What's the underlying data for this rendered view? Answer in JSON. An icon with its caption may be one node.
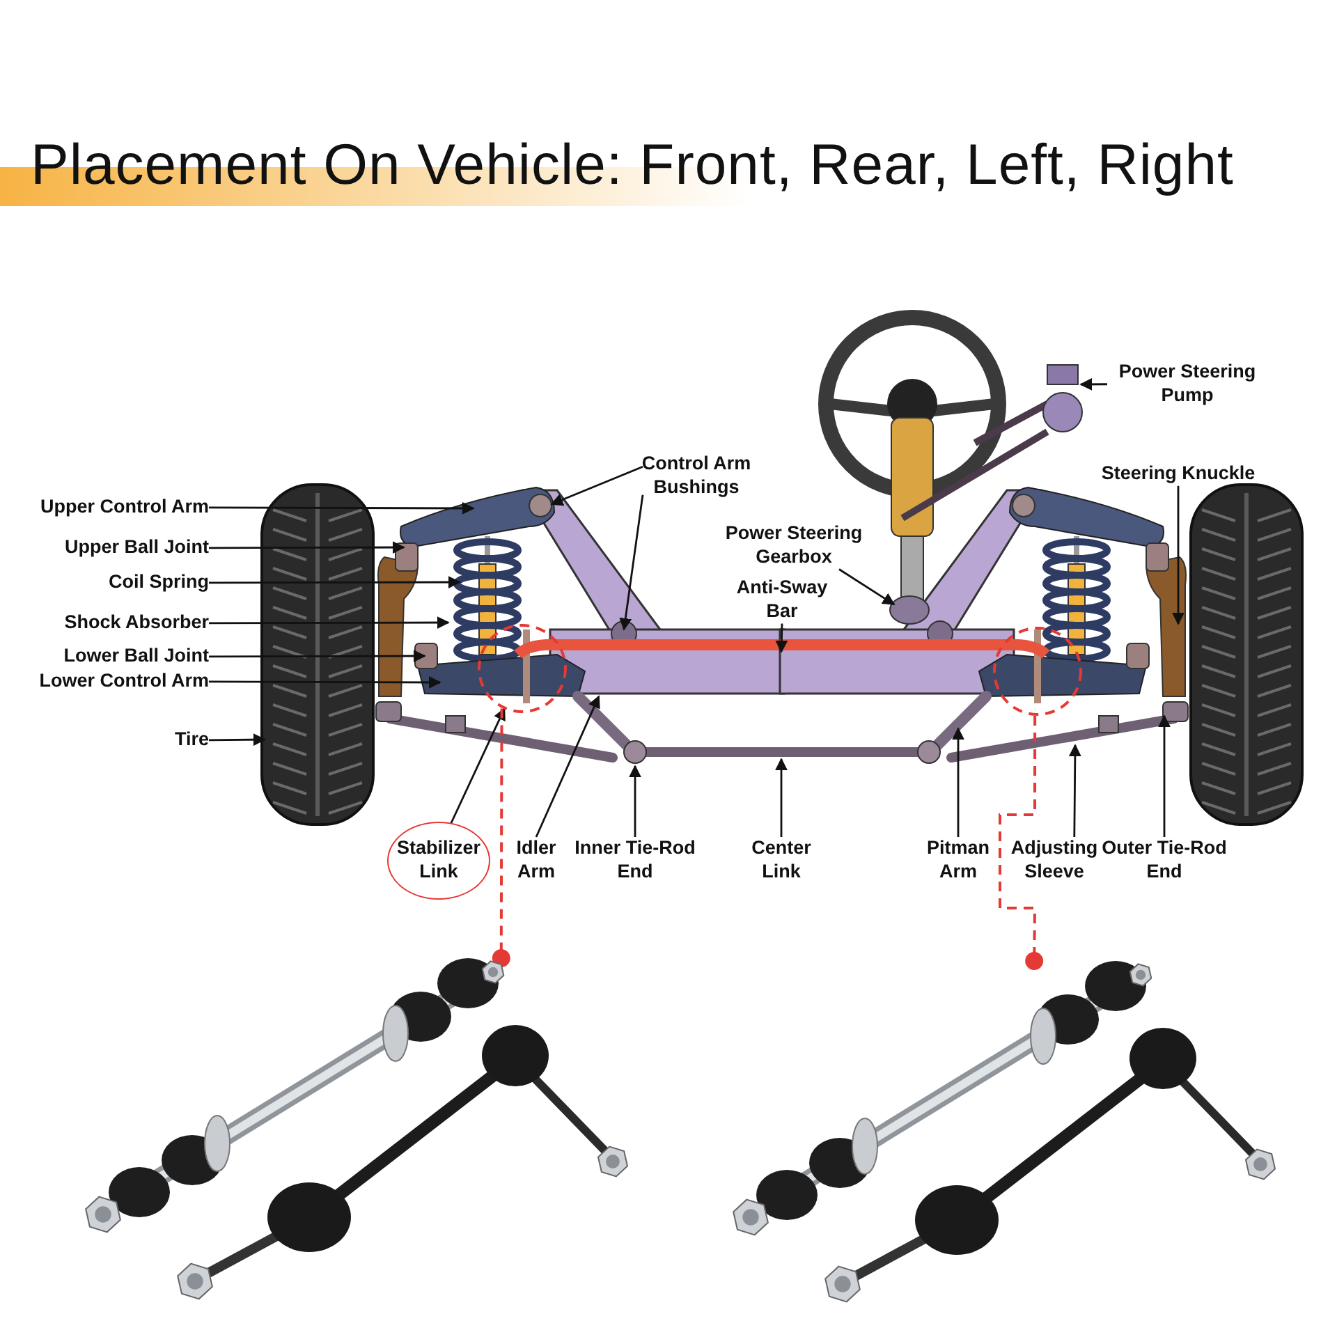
{
  "diagram": {
    "title": "Placement On Vehicle: Front, Rear, Left, Right",
    "nodes": [
      {
        "text": [
          "Upper Control Arm"
        ]
      },
      {
        "text": [
          "Upper Ball Joint"
        ]
      },
      {
        "text": [
          "Coil Spring"
        ]
      },
      {
        "text": [
          "Shock Absorber"
        ]
      },
      {
        "text": [
          "Lower Ball Joint"
        ]
      },
      {
        "text": [
          "Lower Control Arm"
        ]
      },
      {
        "text": [
          "Tire"
        ]
      },
      {
        "text": [
          "Control Arm Bushings"
        ]
      },
      {
        "text": [
          "Power Steering Gearbox"
        ]
      },
      {
        "text": [
          "Anti-Sway Bar"
        ]
      },
      {
        "text": [
          "Power Steering Pump"
        ]
      },
      {
        "text": [
          "Steering Knuckle"
        ]
      },
      {
        "text": [
          "Stabilizer Link"
        ]
      },
      {
        "text": [
          "Idler Arm"
        ]
      },
      {
        "text": [
          "Inner Tie-Rod End"
        ]
      },
      {
        "text": [
          "Center Link"
        ]
      },
      {
        "text": [
          "Pitman Arm"
        ]
      },
      {
        "text": [
          "Adjusting Sleeve"
        ]
      },
      {
        "text": [
          "Outer Tie-Rod End"
        ]
      },
      {
        "text": [],
        "shape": "circle"
      },
      {
        "text": [],
        "shape": "circle"
      },
      {
        "text": [],
        "shape": "picture"
      },
      {
        "text": [],
        "shape": "picture"
      }
    ],
    "edges": [
      {
        "from": 0,
        "to": null,
        "arrow": "to"
      },
      {
        "from": 1,
        "to": null,
        "arrow": "to"
      },
      {
        "from": 2,
        "to": null,
        "arrow": "to"
      },
      {
        "from": 3,
        "to": null,
        "arrow": "to"
      },
      {
        "from": 4,
        "to": null,
        "arrow": "to"
      },
      {
        "from": 5,
        "to": null,
        "arrow": "to"
      },
      {
        "from": 6,
        "to": null,
        "arrow": "to"
      },
      {
        "from": 7,
        "to": null,
        "arrow": "to"
      },
      {
        "from": 7,
        "to": null,
        "arrow": "to"
      },
      {
        "from": 8,
        "to": null,
        "arrow": "to"
      },
      {
        "from": 9,
        "to": null,
        "arrow": "to"
      },
      {
        "from": 10,
        "to": null,
        "arrow": "to"
      },
      {
        "from": 11,
        "to": null,
        "arrow": "to"
      },
      {
        "from": 12,
        "to": 19,
        "arrow": "to"
      },
      {
        "from": 13,
        "to": null,
        "arrow": "to"
      },
      {
        "from": 14,
        "to": null,
        "arrow": "to"
      },
      {
        "from": 15,
        "to": null,
        "arrow": "to"
      },
      {
        "from": 16,
        "to": null,
        "arrow": "to"
      },
      {
        "from": 17,
        "to": null,
        "arrow": "to"
      },
      {
        "from": 18,
        "to": null,
        "arrow": "to"
      },
      {
        "from": 19,
        "to": 21,
        "arrow": "other",
        "style": "dashed",
        "color": "#e53935"
      },
      {
        "from": 20,
        "to": 22,
        "arrow": "other",
        "style": "dashed",
        "color": "#e53935"
      }
    ]
  }
}
